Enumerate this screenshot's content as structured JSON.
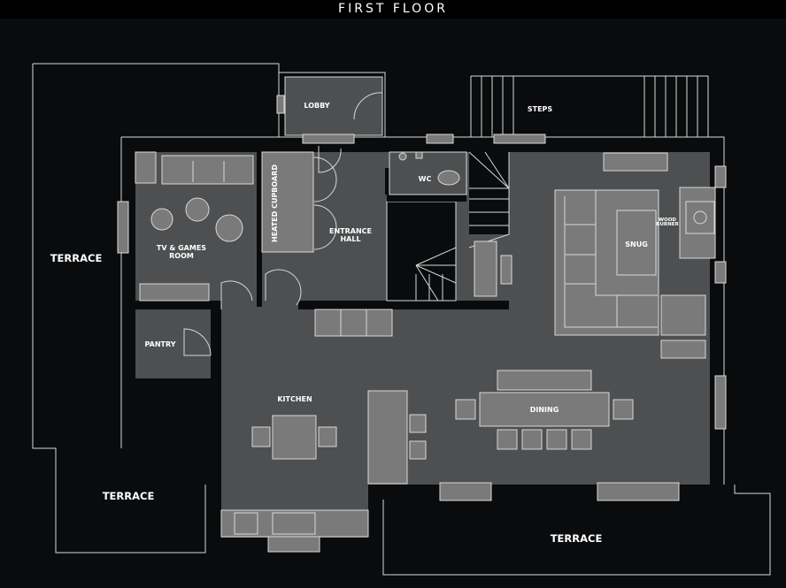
{
  "title": "FIRST FLOOR",
  "rooms": {
    "lobby": "LOBBY",
    "steps": "STEPS",
    "wc": "WC",
    "heated_cupboard": "HEATED CUPBOARD",
    "entrance_hall_1": "ENTRANCE",
    "entrance_hall_2": "HALL",
    "tv_room_1": "TV & GAMES",
    "tv_room_2": "ROOM",
    "snug": "SNUG",
    "wood_burner_1": "WOOD",
    "wood_burner_2": "BURNER",
    "pantry": "PANTRY",
    "kitchen": "KITCHEN",
    "dining": "DINING",
    "terrace_left": "TERRACE",
    "terrace_bottom_left": "TERRACE",
    "terrace_bottom_right": "TERRACE"
  },
  "colors": {
    "floor": "#4d4f51",
    "furniture": "#7a7a7a",
    "background": "#0a0b0d"
  }
}
